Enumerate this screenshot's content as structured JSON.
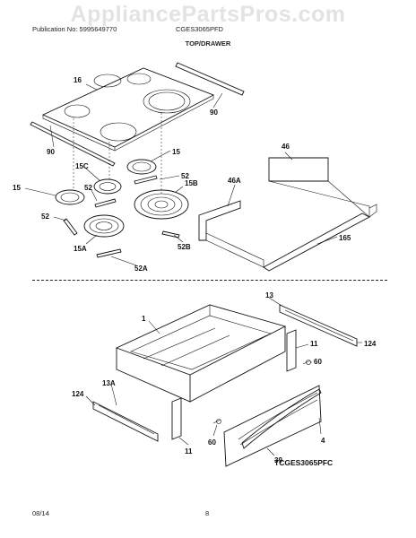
{
  "watermark": "AppliancePartsPros.com",
  "header": {
    "publication": "Publication No: 5995649770",
    "model": "CGES3065PFD",
    "section_title": "TOP/DRAWER"
  },
  "footer": {
    "date": "08/14",
    "page": "8"
  },
  "figure_tag": "TCGES3065PFC",
  "callouts": {
    "c16": "16",
    "c90a": "90",
    "c90b": "90",
    "c15a": "15",
    "c15c": "15C",
    "c52a": "52",
    "c15b": "15B",
    "c15d": "15",
    "c52b": "52",
    "c52c": "52",
    "c15e": "15A",
    "c52d": "52B",
    "c52e": "52A",
    "c46": "46",
    "c46a": "46A",
    "c165": "165",
    "c1": "1",
    "c13": "13",
    "c11a": "11",
    "c124a": "124",
    "c60a": "60",
    "c124b": "124",
    "c13a": "13A",
    "c4": "4",
    "c60b": "60",
    "c11b": "11",
    "c39": "39"
  }
}
